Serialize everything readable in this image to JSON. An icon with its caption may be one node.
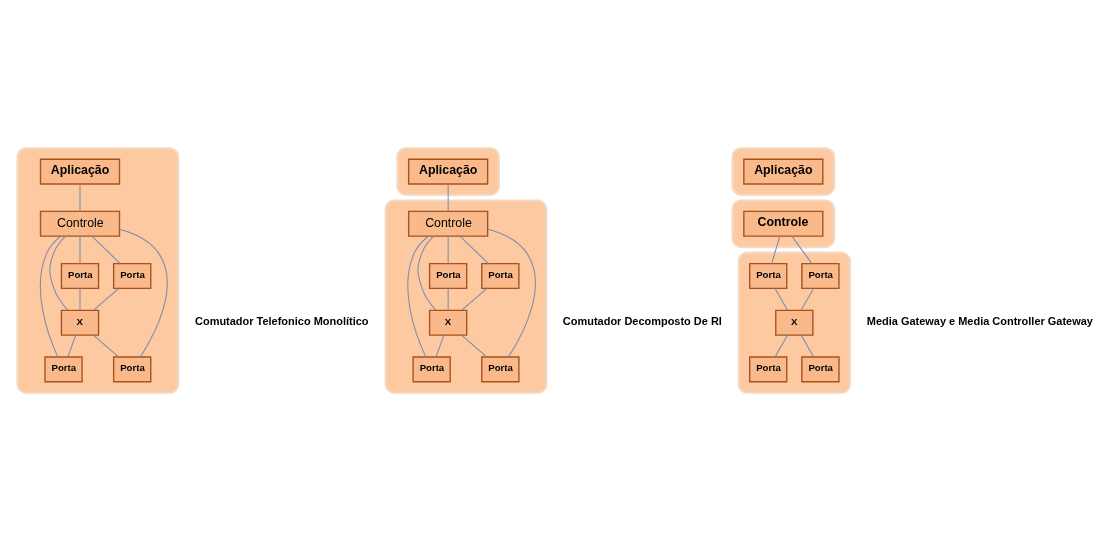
{
  "diagram": {
    "nodes": [
      {
        "text": [],
        "shape": "box"
      },
      {
        "text": [
          "Aplicação"
        ],
        "in": 0
      },
      {
        "text": [
          "Controle"
        ],
        "in": 0
      },
      {
        "text": [
          "Porta"
        ],
        "in": 0
      },
      {
        "text": [
          "Porta"
        ],
        "in": 0
      },
      {
        "text": [
          "X"
        ],
        "in": 0
      },
      {
        "text": [
          "Porta"
        ],
        "in": 0
      },
      {
        "text": [
          "Porta"
        ],
        "in": 0
      },
      {
        "text": [],
        "shape": "box"
      },
      {
        "text": [
          "Aplicação"
        ],
        "in": 8
      },
      {
        "text": [],
        "shape": "box"
      },
      {
        "text": [
          "Controle"
        ],
        "in": 10
      },
      {
        "text": [
          "Porta"
        ],
        "in": 10
      },
      {
        "text": [
          "Porta"
        ],
        "in": 10
      },
      {
        "text": [
          "X"
        ],
        "in": 10
      },
      {
        "text": [
          "Porta"
        ],
        "in": 10
      },
      {
        "text": [
          "Porta"
        ],
        "in": 10
      },
      {
        "text": [],
        "shape": "box"
      },
      {
        "text": [
          "Aplicação"
        ],
        "in": 17
      },
      {
        "text": [],
        "shape": "box"
      },
      {
        "text": [
          "Controle"
        ],
        "in": 19
      },
      {
        "text": [],
        "shape": "box"
      },
      {
        "text": [
          "Porta"
        ],
        "in": 21
      },
      {
        "text": [
          "Porta"
        ],
        "in": 21
      },
      {
        "text": [
          "X"
        ],
        "in": 21
      },
      {
        "text": [
          "Porta"
        ],
        "in": 21
      },
      {
        "text": [
          "Porta"
        ],
        "in": 21
      }
    ],
    "edges": [
      {
        "from": 1,
        "to": 2,
        "arrow": "none"
      },
      {
        "from": 2,
        "to": 5,
        "arrow": "none"
      },
      {
        "from": 2,
        "to": 3,
        "arrow": "none"
      },
      {
        "from": 2,
        "to": 4,
        "arrow": "none"
      },
      {
        "from": 2,
        "to": 6,
        "arrow": "none"
      },
      {
        "from": 2,
        "to": 7,
        "arrow": "none"
      },
      {
        "from": 3,
        "to": 5,
        "arrow": "none"
      },
      {
        "from": 4,
        "to": 5,
        "arrow": "none"
      },
      {
        "from": 5,
        "to": 6,
        "arrow": "none"
      },
      {
        "from": 5,
        "to": 7,
        "arrow": "none"
      },
      {
        "from": 9,
        "to": 11,
        "arrow": "none"
      },
      {
        "from": 11,
        "to": 14,
        "arrow": "none"
      },
      {
        "from": 11,
        "to": 12,
        "arrow": "none"
      },
      {
        "from": 11,
        "to": 13,
        "arrow": "none"
      },
      {
        "from": 11,
        "to": 15,
        "arrow": "none"
      },
      {
        "from": 11,
        "to": 16,
        "arrow": "none"
      },
      {
        "from": 12,
        "to": 14,
        "arrow": "none"
      },
      {
        "from": 13,
        "to": 14,
        "arrow": "none"
      },
      {
        "from": 14,
        "to": 15,
        "arrow": "none"
      },
      {
        "from": 14,
        "to": 16,
        "arrow": "none"
      },
      {
        "from": 20,
        "to": 22,
        "arrow": "none"
      },
      {
        "from": 20,
        "to": 23,
        "arrow": "none"
      },
      {
        "from": 22,
        "to": 24,
        "arrow": "none"
      },
      {
        "from": 23,
        "to": 24,
        "arrow": "none"
      },
      {
        "from": 24,
        "to": 25,
        "arrow": "none"
      },
      {
        "from": 24,
        "to": 26,
        "arrow": "none"
      }
    ],
    "labels": [
      "Comutador Telefonico Monolítico",
      "Comutador Decomposto De RI",
      "Media Gateway e Media Controller Gateway"
    ]
  }
}
